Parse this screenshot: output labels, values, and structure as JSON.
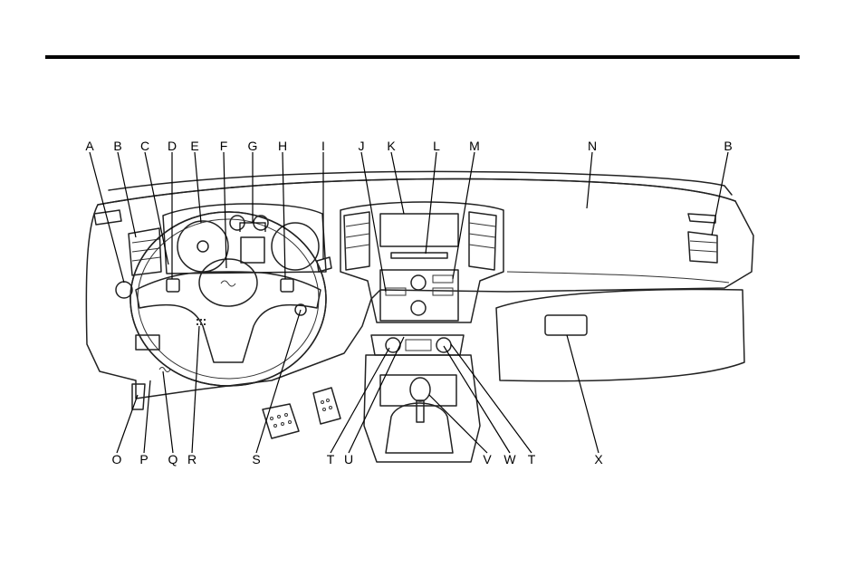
{
  "top_labels": [
    "A",
    "B",
    "C",
    "D",
    "E",
    "F",
    "G",
    "H",
    "I",
    "J",
    "K",
    "L",
    "M",
    "N",
    "B"
  ],
  "bottom_labels": [
    "O",
    "P",
    "Q",
    "R",
    "S",
    "T",
    "U",
    "V",
    "W",
    "T",
    "X"
  ],
  "colors": {
    "rule": "#000000",
    "panel_fill": "#ececec",
    "outline": "#222222"
  }
}
